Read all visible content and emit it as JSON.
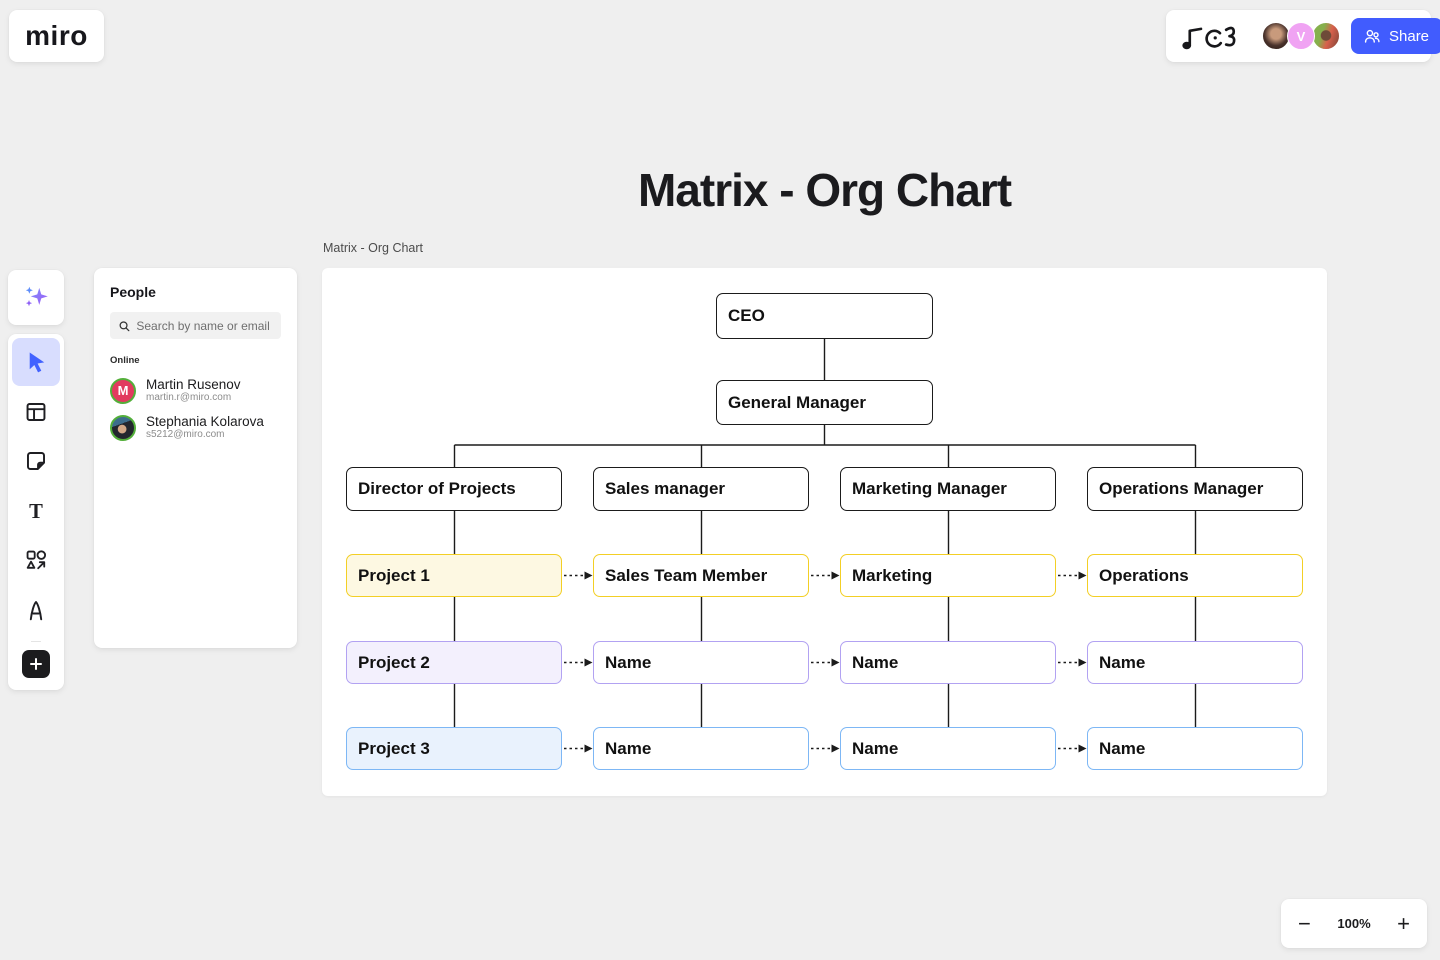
{
  "app": {
    "logo": "miro"
  },
  "topbar": {
    "share_label": "Share",
    "accent_color": "#415cfe",
    "avatars": [
      {
        "label": "collaborator-photo-1"
      },
      {
        "label": "collaborator-v",
        "initial": "V",
        "color": "#f0a3f3"
      },
      {
        "label": "collaborator-photo-2"
      }
    ]
  },
  "toolbar": {
    "tools": [
      "ai-assist",
      "select",
      "templates",
      "sticky-note",
      "text",
      "shapes",
      "pen",
      "add"
    ]
  },
  "people_panel": {
    "title": "People",
    "search_placeholder": "Search by name or email",
    "section_label": "Online",
    "users": [
      {
        "name": "Martin Rusenov",
        "email": "martin.r@miro.com",
        "initial": "M",
        "avatar_color": "#e23a5f",
        "online": true
      },
      {
        "name": "Stephania Kolarova",
        "email": "s5212@miro.com",
        "online": true
      }
    ]
  },
  "board": {
    "title": "Matrix - Org Chart",
    "frame_label": "Matrix - Org Chart"
  },
  "org_chart": {
    "root": "CEO",
    "level2": "General Manager",
    "columns": [
      {
        "header": "Director of Projects",
        "rows": [
          "Project 1",
          "Project 2",
          "Project 3"
        ]
      },
      {
        "header": "Sales manager",
        "rows": [
          "Sales Team Member",
          "Name",
          "Name"
        ]
      },
      {
        "header": "Marketing Manager",
        "rows": [
          "Marketing",
          "Name",
          "Name"
        ]
      },
      {
        "header": "Operations Manager",
        "rows": [
          "Operations",
          "Name",
          "Name"
        ]
      }
    ],
    "row_colors": [
      {
        "border": "#f3cf25",
        "first_column_fill": "#fdf8e2"
      },
      {
        "border": "#b2a2f2",
        "first_column_fill": "#f3f0fd"
      },
      {
        "border": "#7db7f5",
        "first_column_fill": "#e9f2fd"
      }
    ]
  },
  "zoom_controls": {
    "minus": "−",
    "level": "100%",
    "plus": "+"
  }
}
